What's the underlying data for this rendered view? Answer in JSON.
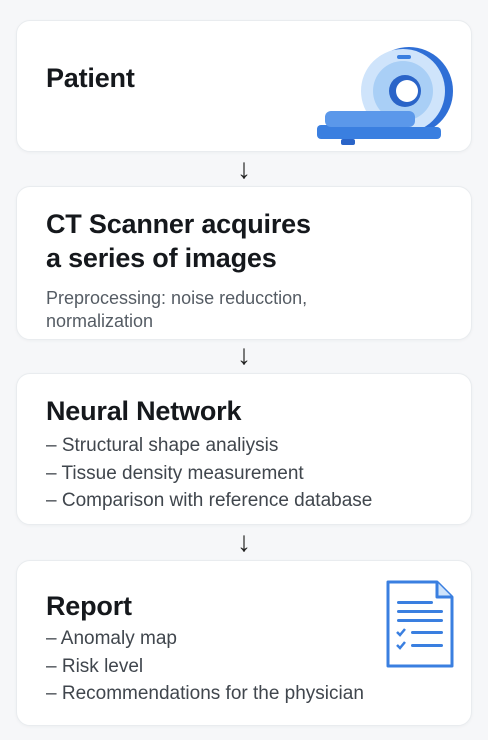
{
  "patient": {
    "title": "Patient",
    "icon": "ct-scanner-icon"
  },
  "scanner": {
    "title_line1": "CT Scanner acquires",
    "title_line2": "a series of images",
    "sub_line1": "Preprocessing: noise reducction,",
    "sub_line2": "normalization"
  },
  "network": {
    "title": "Neural Network",
    "items": [
      "– Structural shape analiysis",
      "– Tissue density measurement",
      "– Comparison with reference database"
    ]
  },
  "report": {
    "title": "Report",
    "icon": "report-document-icon",
    "items": [
      "– Anomaly map",
      "– Risk level",
      "– Recommendations for the physician"
    ]
  },
  "arrows": {
    "symbol": "↓"
  },
  "colors": {
    "accent_blue": "#3a7fe0",
    "light_blue": "#cfe4fb",
    "dark_blue": "#2a64c8",
    "card_border": "#e9ecef"
  }
}
